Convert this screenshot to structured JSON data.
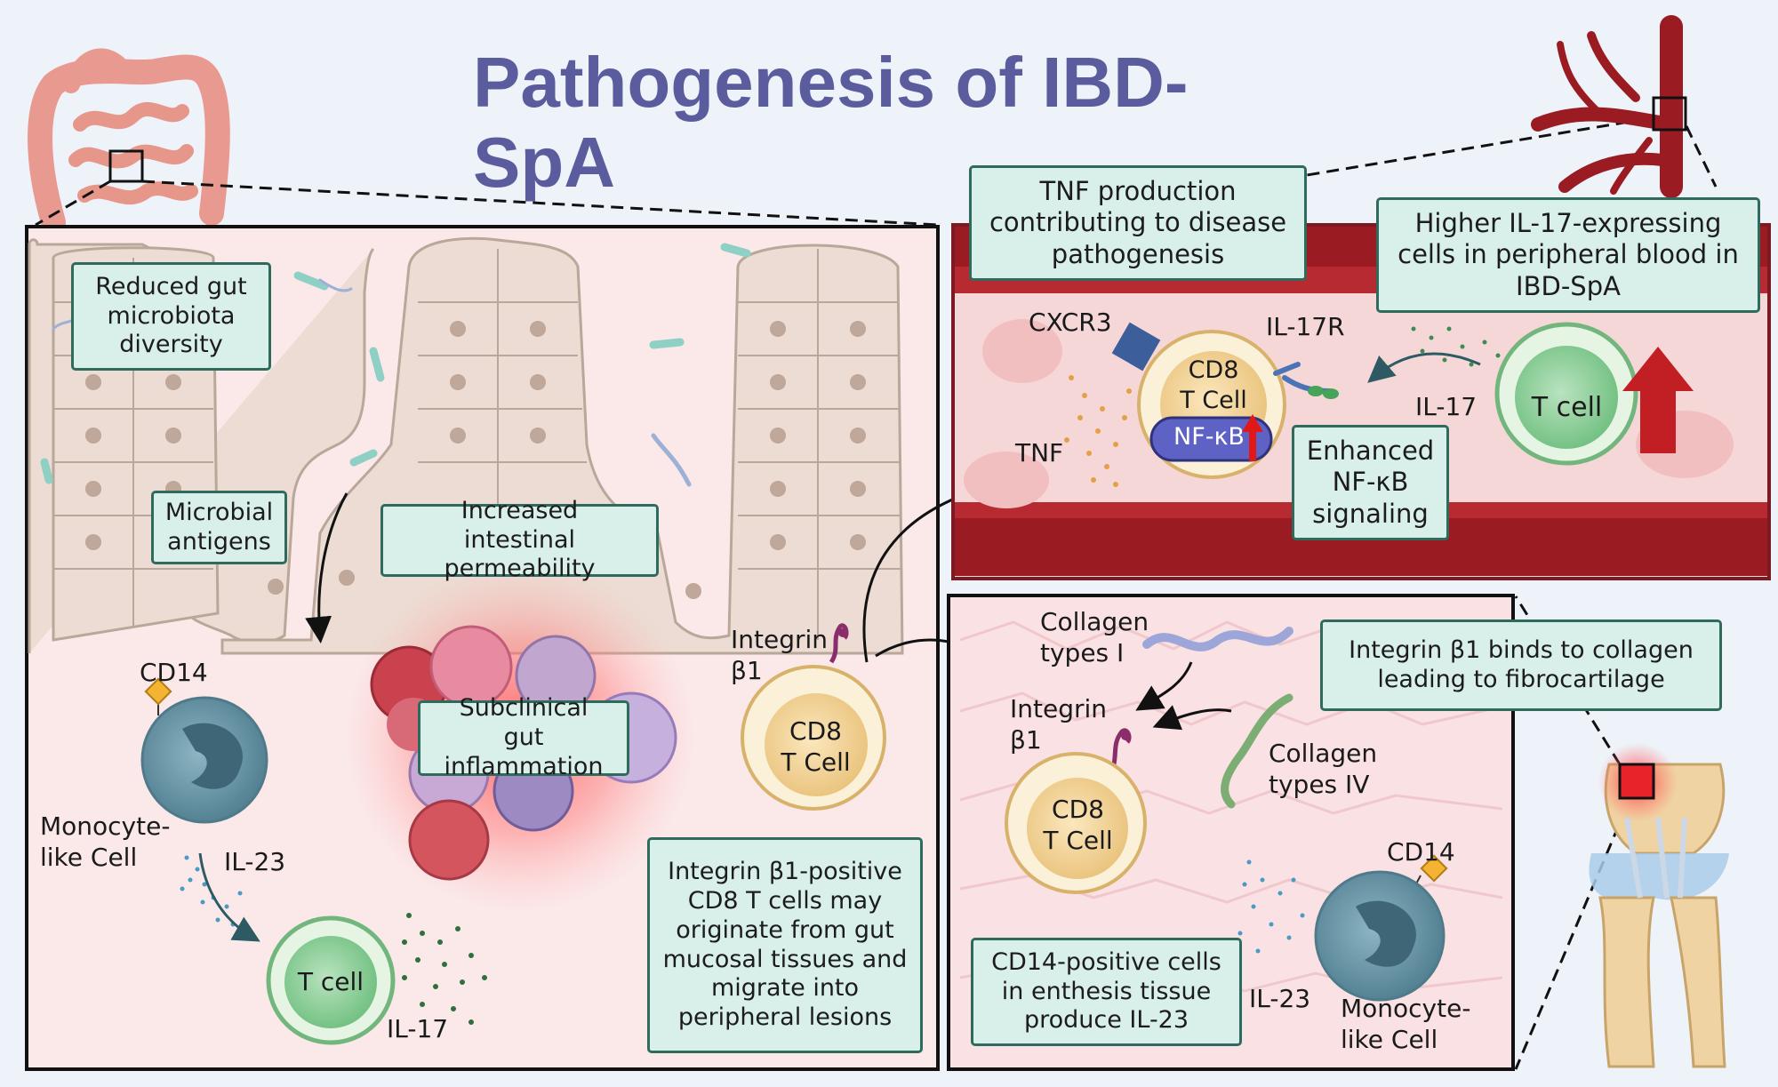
{
  "title": "Pathogenesis of IBD-SpA",
  "gut_panel": {
    "microbiota_box": "Reduced gut microbiota diversity",
    "antigens_box": "Microbial antigens",
    "permeability_box": "Increased intestinal permeability",
    "inflammation_box": "Subclinical gut inflammation",
    "migration_box": "Integrin β1-positive CD8 T cells may originate from gut mucosal tissues and migrate into peripheral lesions",
    "cd14_label": "CD14",
    "monocyte_label": "Monocyte-\nlike Cell",
    "il23_label": "IL-23",
    "tcell_label": "T cell",
    "il17_label": "IL-17",
    "integrin_label": "Integrin\nβ1",
    "cd8_label": "CD8\nT Cell"
  },
  "blood_panel": {
    "tnf_box": "TNF production contributing to disease pathogenesis",
    "il17_box": "Higher IL-17-expressing cells in peripheral blood in IBD-SpA",
    "nfkb_box": "Enhanced NF-κB signaling",
    "cxcr3_label": "CXCR3",
    "il17r_label": "IL-17R",
    "cd8_label": "CD8\nT Cell",
    "nfkb_label": "NF-κB",
    "tnf_label": "TNF",
    "il17_label": "IL-17",
    "tcell_label": "T cell"
  },
  "joint_panel": {
    "collagen1_label": "Collagen\ntypes I",
    "collagen4_label": "Collagen\ntypes IV",
    "integrin_label": "Integrin\nβ1",
    "cd8_label": "CD8\nT Cell",
    "integrin_box": "Integrin β1 binds to collagen leading to fibrocartilage",
    "cd14_box": "CD14-positive cells in enthesis tissue produce IL-23",
    "cd14_label": "CD14",
    "il23_label": "IL-23",
    "monocyte_label": "Monocyte-\nlike Cell"
  },
  "colors": {
    "title": "#5b5c9d",
    "box_fill": "#d8efea",
    "box_border": "#2f6b5c",
    "vessel_red": "#9b1b22",
    "arrow_red": "#c21f25",
    "tcell_green": "#8fcf9a",
    "cd8_yellow": "#f5d9a0",
    "monocyte_blue": "#6e98a8"
  }
}
